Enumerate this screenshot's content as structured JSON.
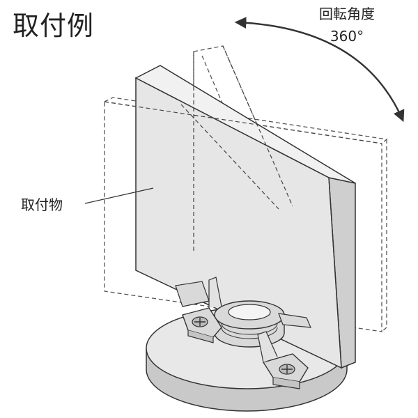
{
  "title": "取付例",
  "rotation": {
    "label": "回転角度",
    "value": "360°"
  },
  "callouts": {
    "object": "取付物"
  },
  "colors": {
    "panel_face": "#e6e6e6",
    "panel_side": "#cfcfcf",
    "panel_top": "#f1f1f1",
    "outline": "#333333",
    "ghost_outline": "#555555",
    "base_face": "#e8e8e8",
    "base_side": "#c9c9c9",
    "bracket": "#d9d9d9"
  }
}
